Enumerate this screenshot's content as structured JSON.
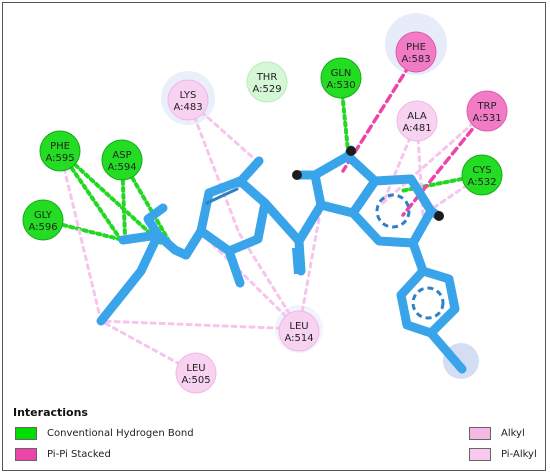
{
  "residues": [
    {
      "id": "phe595",
      "line1": "PHE",
      "line2": "A:595",
      "type": "hbond"
    },
    {
      "id": "asp594",
      "line1": "ASP",
      "line2": "A:594",
      "type": "hbond"
    },
    {
      "id": "gly596",
      "line1": "GLY",
      "line2": "A:596",
      "type": "hbond"
    },
    {
      "id": "lys483",
      "line1": "LYS",
      "line2": "A:483",
      "type": "alkyl"
    },
    {
      "id": "thr529",
      "line1": "THR",
      "line2": "A:529",
      "type": "vdw"
    },
    {
      "id": "gln530",
      "line1": "GLN",
      "line2": "A:530",
      "type": "hbond"
    },
    {
      "id": "phe583",
      "line1": "PHE",
      "line2": "A:583",
      "type": "pipi"
    },
    {
      "id": "ala481",
      "line1": "ALA",
      "line2": "A:481",
      "type": "alkyl"
    },
    {
      "id": "trp531",
      "line1": "TRP",
      "line2": "A:531",
      "type": "pipi"
    },
    {
      "id": "cys532",
      "line1": "CYS",
      "line2": "A:532",
      "type": "hbond"
    },
    {
      "id": "leu514",
      "line1": "LEU",
      "line2": "A:514",
      "type": "alkyl"
    },
    {
      "id": "leu505",
      "line1": "LEU",
      "line2": "A:505",
      "type": "alkyl"
    }
  ],
  "legend": {
    "title": "Interactions",
    "items": [
      {
        "label": "Conventional Hydrogen Bond",
        "color": "#00dd00"
      },
      {
        "label": "Pi-Pi Stacked",
        "color": "#ee44aa"
      },
      {
        "label": "Alkyl",
        "color": "#f4b8e6"
      },
      {
        "label": "Pi-Alkyl",
        "color": "#f8c8f0"
      }
    ]
  },
  "colors": {
    "hbond": "#00dd00",
    "pipi": "#ee44aa",
    "alkyl": "#f4c4ec",
    "vdw": "#ccf5cc",
    "ligand": "#3aa0e8"
  }
}
